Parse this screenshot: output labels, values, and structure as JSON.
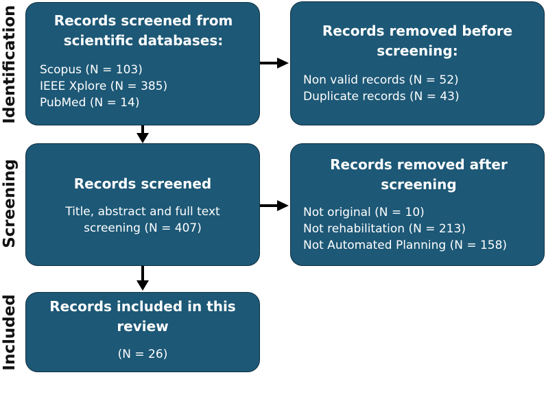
{
  "stages": {
    "identification": "Identification",
    "screening": "Screening",
    "included": "Included"
  },
  "identification_box": {
    "title": "Records screened from\nscientific databases:",
    "lines": [
      "Scopus (N = 103)",
      "IEEE Xplore (N = 385)",
      "PubMed (N = 14)"
    ]
  },
  "removed_before_box": {
    "title": "Records removed before\nscreening:",
    "lines": [
      "Non valid records (N = 52)",
      "Duplicate records (N = 43)"
    ]
  },
  "screened_box": {
    "title": "Records screened",
    "text": "Title, abstract and full text\nscreening (N = 407)"
  },
  "removed_after_box": {
    "title": "Records removed after\nscreening",
    "lines": [
      "Not original (N = 10)",
      "Not rehabilitation (N = 213)",
      "Not Automated Planning (N = 158)"
    ]
  },
  "included_box": {
    "title": "Records included in this\nreview",
    "text": "(N = 26)"
  },
  "colors": {
    "box_fill": "#1d5876",
    "box_border": "#0f2f42",
    "arrow": "#000000"
  }
}
